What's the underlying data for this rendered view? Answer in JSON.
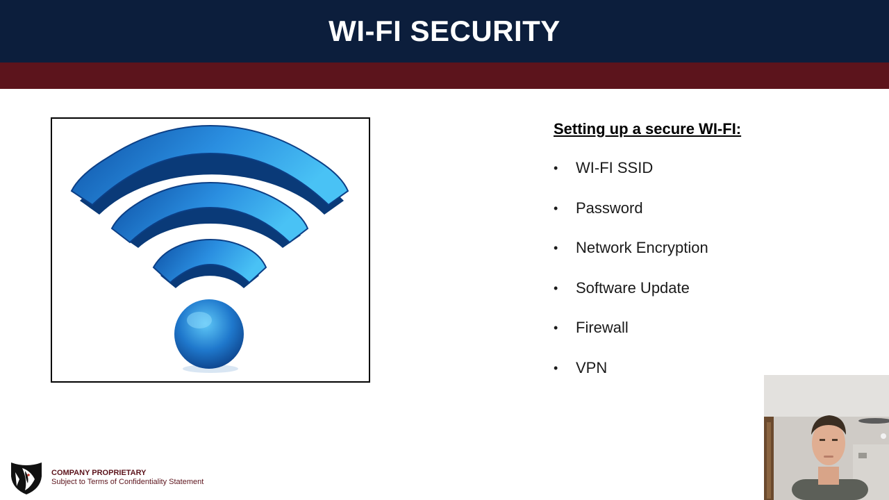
{
  "slide": {
    "title": "WI-FI SECURITY"
  },
  "content": {
    "heading": "Setting up a secure WI-FI:",
    "bullets": [
      "WI-FI SSID",
      "Password",
      "Network Encryption",
      "Software Update",
      "Firewall",
      "VPN"
    ]
  },
  "footer": {
    "title": "COMPANY PROPRIETARY",
    "subtitle": "Subject to Terms of Confidentiality Statement"
  },
  "colors": {
    "header_navy": "#0c1e3c",
    "header_band_maroon": "#5c141c",
    "wifi_blue": "#1e6fc4"
  },
  "icons": {
    "wifi": "wifi-signal-icon",
    "logo": "shield-logo-icon"
  }
}
